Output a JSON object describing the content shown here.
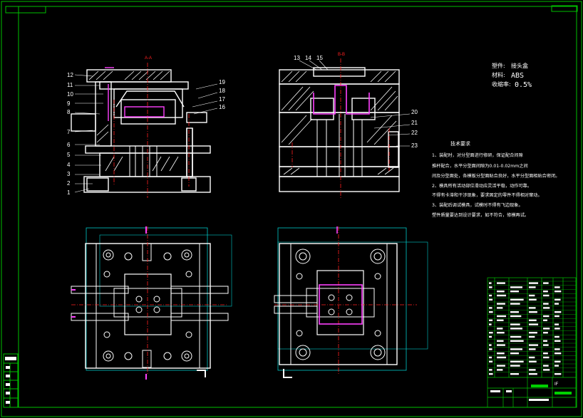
{
  "colors": {
    "background": "#000000",
    "line": "#ffffff",
    "frame": "#00c000",
    "center": "#ff2020",
    "accent": "#ff40ff",
    "cyan": "#00c8c8",
    "green_fill": "#00d000"
  },
  "section_a": {
    "tag": "A-A"
  },
  "section_b": {
    "tag": "B-B"
  },
  "part_numbers_left": [
    "12",
    "11",
    "10",
    "9",
    "8",
    "7",
    "6",
    "5",
    "4",
    "3",
    "2",
    "1"
  ],
  "part_numbers_right": [
    "19",
    "18",
    "17",
    "16"
  ],
  "part_numbers_top": [
    "13",
    "14",
    "15"
  ],
  "part_numbers_right2": [
    "20",
    "21",
    "22",
    "23"
  ],
  "properties": {
    "part_label": "塑件:",
    "part_value": "接头盒",
    "material_label": "材料:",
    "material_value": "ABS",
    "shrink_label": "收缩率:",
    "shrink_value": "0.5%"
  },
  "tech": {
    "title": "技术要求",
    "lines": [
      "1、装配时，对分型面进行修研，保证配合间隙",
      "推杆配合，水平分型面间隙为0.01-0.02mm之间",
      "间及分型面处，各模板分型面贴合良好，水平分型面相贴合密闭。",
      "2、模具所有活动部位滑动应灵活平稳，动作可靠。",
      "不得有卡滞和干涉现象，要求固定的零件不得相对窜动。",
      "3、装配后调试模具，试模时不得有飞边现象。",
      "塑件质量要达到设计要求，如不符合，修模再试。"
    ]
  },
  "stamp": {
    "text": "IF"
  }
}
